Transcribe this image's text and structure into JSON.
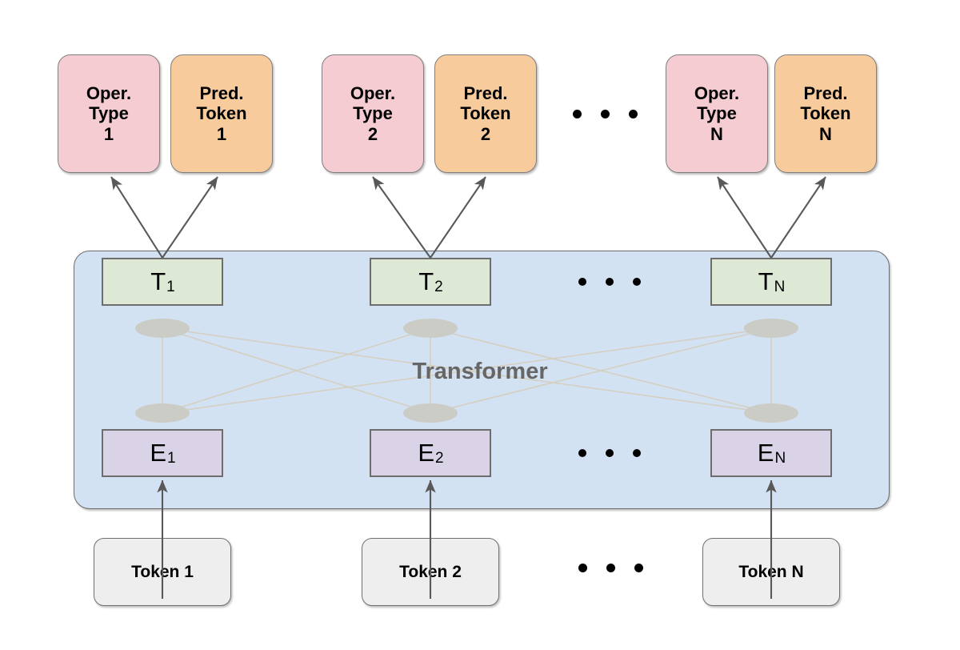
{
  "diagram": {
    "title_label": "Transformer",
    "columns": [
      {
        "index": "1",
        "oper_type": "Oper.\nType\n1",
        "pred_token": "Pred.\nToken\n1",
        "t_letter": "T",
        "t_sub": "1",
        "e_letter": "E",
        "e_sub": "1",
        "token": "Token 1"
      },
      {
        "index": "2",
        "oper_type": "Oper.\nType\n2",
        "pred_token": "Pred.\nToken\n2",
        "t_letter": "T",
        "t_sub": "2",
        "e_letter": "E",
        "e_sub": "2",
        "token": "Token 2"
      },
      {
        "index": "N",
        "oper_type": "Oper.\nType\nN",
        "pred_token": "Pred.\nToken\nN",
        "t_letter": "T",
        "t_sub": "N",
        "e_letter": "E",
        "e_sub": "N",
        "token": "Token N"
      }
    ],
    "ellipsis": "• • •",
    "colors": {
      "oper_type_fill": "#f5ccd1",
      "pred_token_fill": "#f8cb9d",
      "transformer_fill": "#d3e2f3",
      "t_fill": "#dde9d5",
      "e_fill": "#dad3e7",
      "token_fill": "#eeeeee",
      "border": "#6d6d6d",
      "arrow": "#595959",
      "mesh_line": "#d4cfc0",
      "mesh_node": "#ccccc6",
      "label_text": "#666666"
    }
  }
}
